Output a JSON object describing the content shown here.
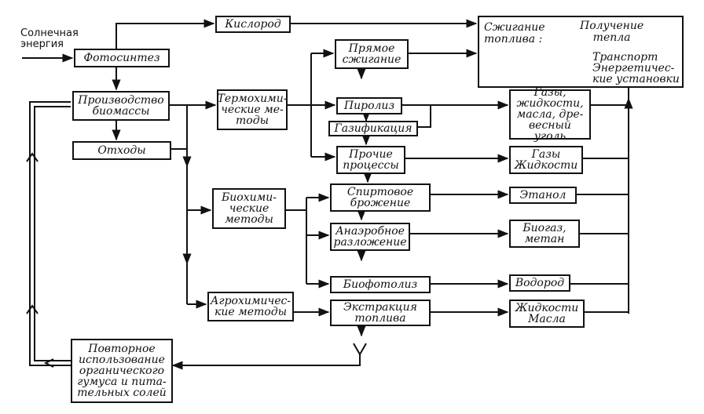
{
  "source": {
    "solar_energy": "Солнечная\nэнергия"
  },
  "boxes": {
    "oxygen": "Кислород",
    "photosynthesis": "Фотосинтез",
    "biomass_production": "Производство\nбиомассы",
    "waste": "Отходы",
    "thermochemical": "Термохими-\nческие ме-\nтоды",
    "biochemical": "Биохими-\nческие\nметоды",
    "agrochemical": "Агрохимичес-\nкие методы",
    "recycling": "Повторное\nиспользование\nорганического\nгумуса и пита-\nтельных солей",
    "direct_combustion": "Прямое\nсжигание",
    "pyrolysis": "Пиролиз",
    "gasification": "Газификация",
    "other_processes": "Прочие\nпроцессы",
    "alcohol_fermentation": "Спиртовое\nброжение",
    "anaerobic_digestion": "Анаэробное\nразложение",
    "biophotolysis": "Биофотолиз",
    "fuel_extraction": "Экстракция\nтоплива",
    "fuel_combustion": "Сжигание\nтоплива :",
    "heat_production": "Получение\nтепла",
    "transport": "Транспорт\nЭнергетичес-\nкие установки",
    "gases_liquids_oils_charcoal": "Газы,\nжидкости,\nмасла, дре-\nвесный уголь",
    "gases_liquids": "Газы\nЖидкости",
    "ethanol": "Этанол",
    "biogas_methane": "Биогаз,\nметан",
    "hydrogen": "Водород",
    "liquids_oils": "Жидкости\nМасла"
  }
}
